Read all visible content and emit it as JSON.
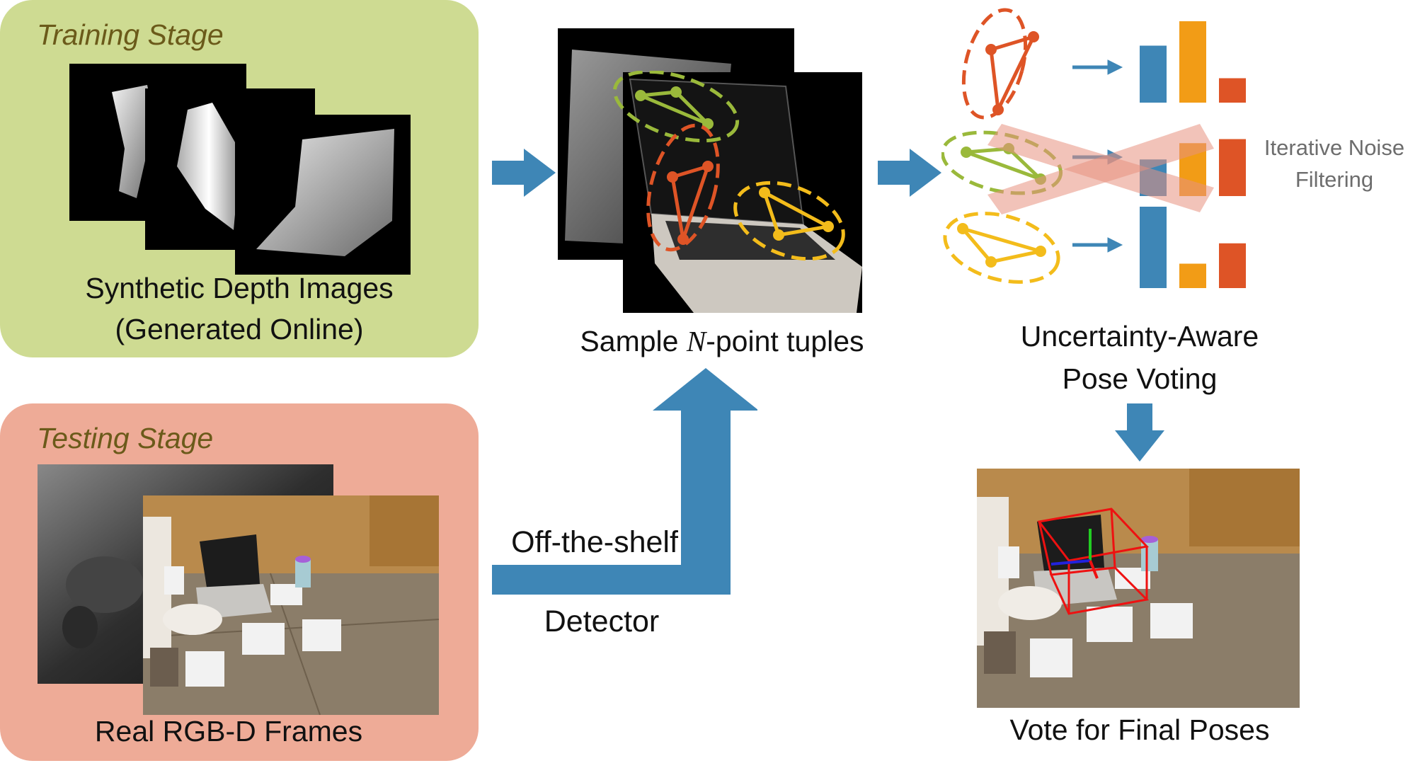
{
  "training": {
    "title": "Training Stage",
    "caption_line1": "Synthetic Depth Images",
    "caption_line2": "(Generated Online)"
  },
  "testing": {
    "title": "Testing Stage",
    "caption": "Real RGB-D Frames"
  },
  "sampling": {
    "caption_prefix": "Sample ",
    "caption_var": "N",
    "caption_suffix": "-point tuples"
  },
  "detector": {
    "label_top": "Off-the-shelf",
    "label_bottom": "Detector"
  },
  "voting": {
    "caption_line1": "Uncertainty-Aware",
    "caption_line2": "Pose Voting",
    "side_line1": "Iterative Noise",
    "side_line2": "Filtering"
  },
  "result": {
    "caption": "Vote for Final Poses"
  },
  "histograms": [
    {
      "values": [
        0.7,
        1.0,
        0.3
      ]
    },
    {
      "values": [
        0.45,
        0.65,
        0.7
      ]
    },
    {
      "values": [
        1.0,
        0.3,
        0.55
      ]
    }
  ],
  "colors": {
    "training_bg": "#cedb92",
    "testing_bg": "#eeab97",
    "arrow": "#3e86b6",
    "tuple_red": "#de5426",
    "tuple_green": "#9ab93b",
    "tuple_yellow": "#f3bc1b",
    "bar_blue": "#3e86b6",
    "bar_orange": "#f29c16",
    "bar_red": "#de5426"
  }
}
